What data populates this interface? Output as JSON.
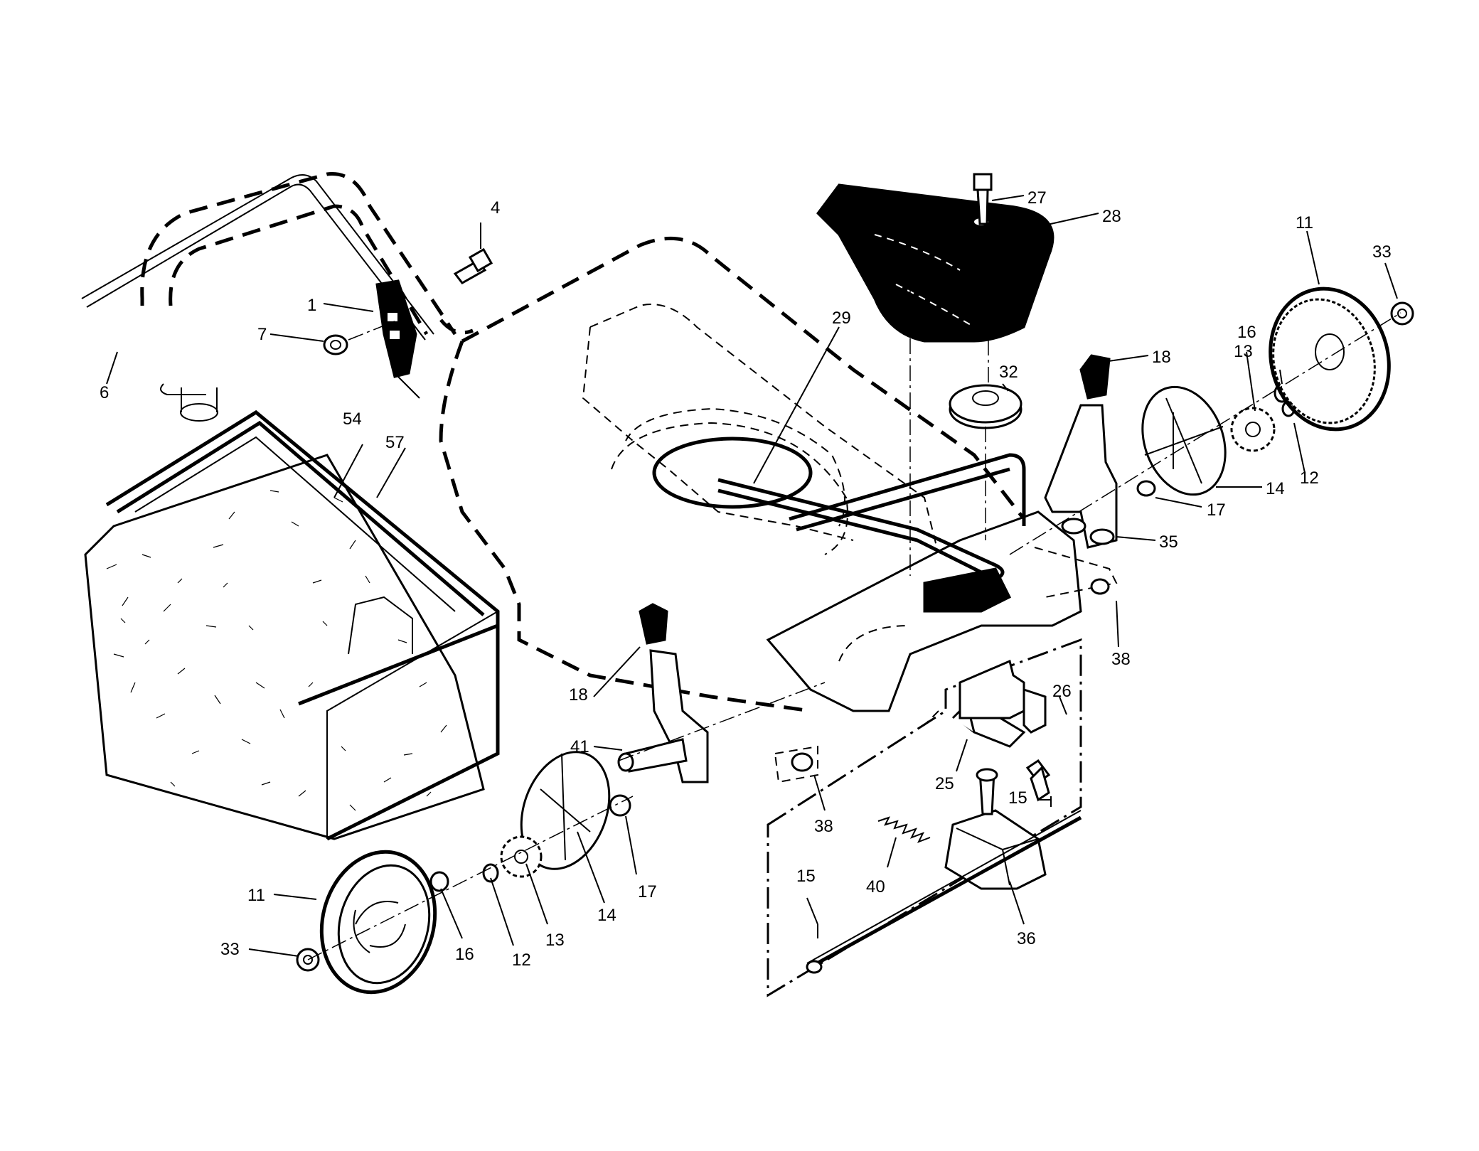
{
  "diagram": {
    "labels": [
      {
        "id": "p27",
        "text": "27"
      },
      {
        "id": "p28",
        "text": "28"
      },
      {
        "id": "p4",
        "text": "4"
      },
      {
        "id": "p1",
        "text": "1"
      },
      {
        "id": "p7",
        "text": "7"
      },
      {
        "id": "p6",
        "text": "6"
      },
      {
        "id": "p29",
        "text": "29"
      },
      {
        "id": "p32",
        "text": "32"
      },
      {
        "id": "p18a",
        "text": "18"
      },
      {
        "id": "p11a",
        "text": "11"
      },
      {
        "id": "p33a",
        "text": "33"
      },
      {
        "id": "p16a",
        "text": "16"
      },
      {
        "id": "p13a",
        "text": "13"
      },
      {
        "id": "p12a",
        "text": "12"
      },
      {
        "id": "p14a",
        "text": "14"
      },
      {
        "id": "p17a",
        "text": "17"
      },
      {
        "id": "p35",
        "text": "35"
      },
      {
        "id": "p38a",
        "text": "38"
      },
      {
        "id": "p54",
        "text": "54"
      },
      {
        "id": "p57",
        "text": "57"
      },
      {
        "id": "p18b",
        "text": "18"
      },
      {
        "id": "p26",
        "text": "26"
      },
      {
        "id": "p41",
        "text": "41"
      },
      {
        "id": "p25",
        "text": "25"
      },
      {
        "id": "p38b",
        "text": "38"
      },
      {
        "id": "p15a",
        "text": "15"
      },
      {
        "id": "p17b",
        "text": "17"
      },
      {
        "id": "p40",
        "text": "40"
      },
      {
        "id": "p36",
        "text": "36"
      },
      {
        "id": "p15b",
        "text": "15"
      },
      {
        "id": "p11b",
        "text": "11"
      },
      {
        "id": "p16b",
        "text": "16"
      },
      {
        "id": "p12b",
        "text": "12"
      },
      {
        "id": "p13b",
        "text": "13"
      },
      {
        "id": "p14b",
        "text": "14"
      },
      {
        "id": "p33b",
        "text": "33"
      }
    ]
  }
}
